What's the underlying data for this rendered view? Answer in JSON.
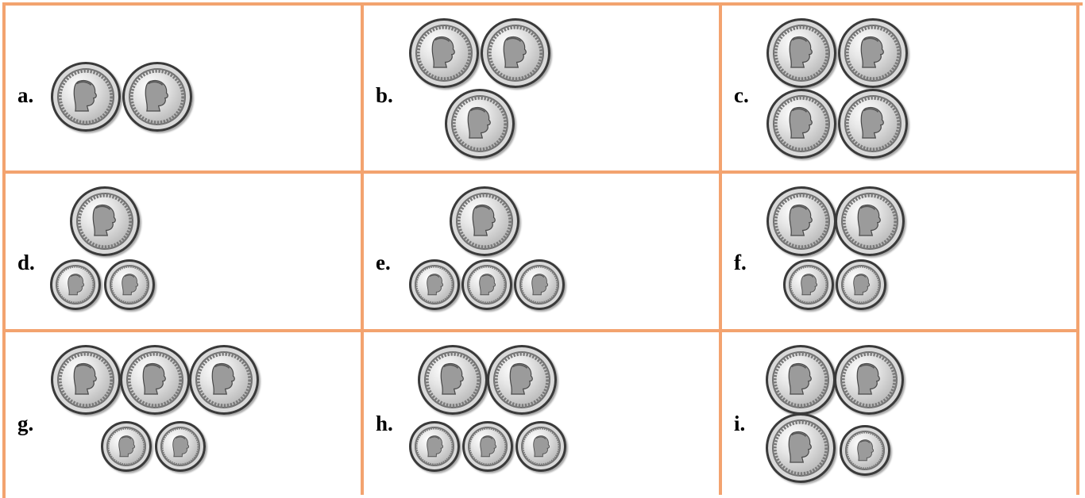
{
  "cells": [
    {
      "label": "a.",
      "coins": [
        "quarter",
        "quarter"
      ]
    },
    {
      "label": "b.",
      "coins": [
        "quarter",
        "quarter",
        "quarter"
      ]
    },
    {
      "label": "c.",
      "coins": [
        "quarter",
        "quarter",
        "quarter",
        "quarter"
      ]
    },
    {
      "label": "d.",
      "coins": [
        "quarter",
        "dime",
        "dime"
      ]
    },
    {
      "label": "e.",
      "coins": [
        "quarter",
        "dime",
        "dime",
        "dime"
      ]
    },
    {
      "label": "f.",
      "coins": [
        "quarter",
        "quarter",
        "dime",
        "dime"
      ]
    },
    {
      "label": "g.",
      "coins": [
        "quarter",
        "quarter",
        "quarter",
        "dime",
        "dime"
      ]
    },
    {
      "label": "h.",
      "coins": [
        "quarter",
        "quarter",
        "dime",
        "dime",
        "dime"
      ]
    },
    {
      "label": "i.",
      "coins": [
        "quarter",
        "quarter",
        "quarter",
        "dime"
      ]
    }
  ],
  "coin_icons": {
    "quarter": "quarter-coin-icon",
    "dime": "dime-coin-icon"
  },
  "colors": {
    "grid_border": "#f3a36f",
    "label": "#000000"
  }
}
